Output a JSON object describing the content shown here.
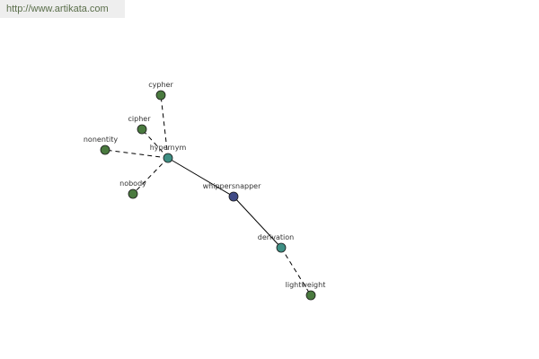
{
  "header": {
    "url_text": "http://www.artikata.com"
  },
  "graph": {
    "colors": {
      "leaf": "#4a7a3f",
      "hub": "#3f8f84",
      "center": "#3f4a86",
      "edge": "#000000"
    },
    "nodes": [
      {
        "id": "cypher",
        "label": "cypher",
        "kind": "leaf"
      },
      {
        "id": "cipher",
        "label": "cipher",
        "kind": "leaf"
      },
      {
        "id": "nonentity",
        "label": "nonentity",
        "kind": "leaf"
      },
      {
        "id": "nobody",
        "label": "nobody",
        "kind": "leaf"
      },
      {
        "id": "hypernym",
        "label": "hypernym",
        "kind": "hub"
      },
      {
        "id": "whippersnapper",
        "label": "whippersnapper",
        "kind": "center"
      },
      {
        "id": "derivation",
        "label": "derivation",
        "kind": "hub"
      },
      {
        "id": "lightweight",
        "label": "lightweight",
        "kind": "leaf"
      }
    ],
    "edges": [
      {
        "from": "hypernym",
        "to": "cypher",
        "style": "dashed"
      },
      {
        "from": "hypernym",
        "to": "cipher",
        "style": "dashed"
      },
      {
        "from": "hypernym",
        "to": "nonentity",
        "style": "dashed"
      },
      {
        "from": "hypernym",
        "to": "nobody",
        "style": "dashed"
      },
      {
        "from": "whippersnapper",
        "to": "hypernym",
        "style": "solid"
      },
      {
        "from": "whippersnapper",
        "to": "derivation",
        "style": "solid"
      },
      {
        "from": "derivation",
        "to": "lightweight",
        "style": "dashed"
      }
    ]
  }
}
